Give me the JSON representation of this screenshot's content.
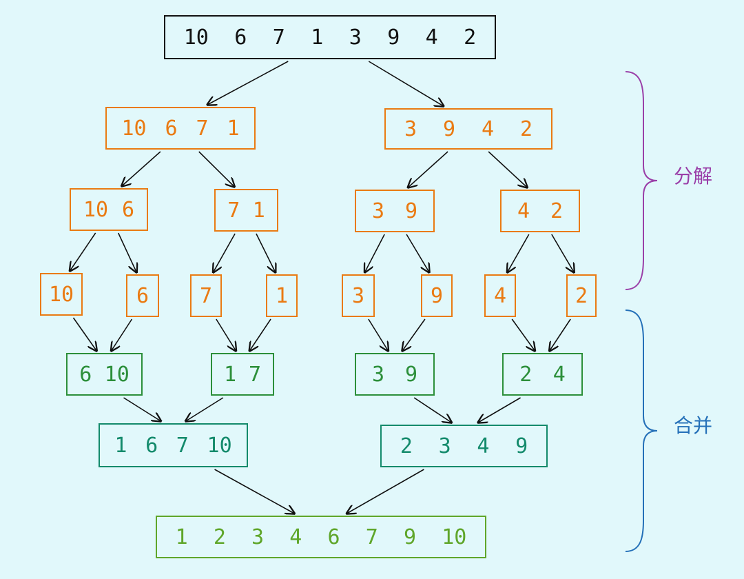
{
  "diagram": {
    "colors": {
      "background": "#e1f8fb",
      "input": "#111111",
      "split": "#ea7a12",
      "merge_level_1": "#2c8f3a",
      "merge_level_2": "#138a6b",
      "merge_result": "#5fa62a",
      "split_brace": "#9a3fa8",
      "merge_brace": "#2470b8"
    },
    "phases": {
      "split_label": "分解",
      "merge_label": "合并"
    },
    "rows": {
      "input": [
        {
          "values": [
            "10",
            "6",
            "7",
            "1",
            "3",
            "9",
            "4",
            "2"
          ]
        }
      ],
      "split_1": [
        {
          "values": [
            "10",
            "6",
            "7",
            "1"
          ]
        },
        {
          "values": [
            "3",
            "9",
            "4",
            "2"
          ]
        }
      ],
      "split_2": [
        {
          "values": [
            "10",
            "6"
          ]
        },
        {
          "values": [
            "7",
            "1"
          ]
        },
        {
          "values": [
            "3",
            "9"
          ]
        },
        {
          "values": [
            "4",
            "2"
          ]
        }
      ],
      "split_3": [
        {
          "values": [
            "10"
          ]
        },
        {
          "values": [
            "6"
          ]
        },
        {
          "values": [
            "7"
          ]
        },
        {
          "values": [
            "1"
          ]
        },
        {
          "values": [
            "3"
          ]
        },
        {
          "values": [
            "9"
          ]
        },
        {
          "values": [
            "4"
          ]
        },
        {
          "values": [
            "2"
          ]
        }
      ],
      "merge_1": [
        {
          "values": [
            "6",
            "10"
          ]
        },
        {
          "values": [
            "1",
            "7"
          ]
        },
        {
          "values": [
            "3",
            "9"
          ]
        },
        {
          "values": [
            "2",
            "4"
          ]
        }
      ],
      "merge_2": [
        {
          "values": [
            "1",
            "6",
            "7",
            "10"
          ]
        },
        {
          "values": [
            "2",
            "3",
            "4",
            "9"
          ]
        }
      ],
      "result": [
        {
          "values": [
            "1",
            "2",
            "3",
            "4",
            "6",
            "7",
            "9",
            "10"
          ]
        }
      ]
    }
  }
}
